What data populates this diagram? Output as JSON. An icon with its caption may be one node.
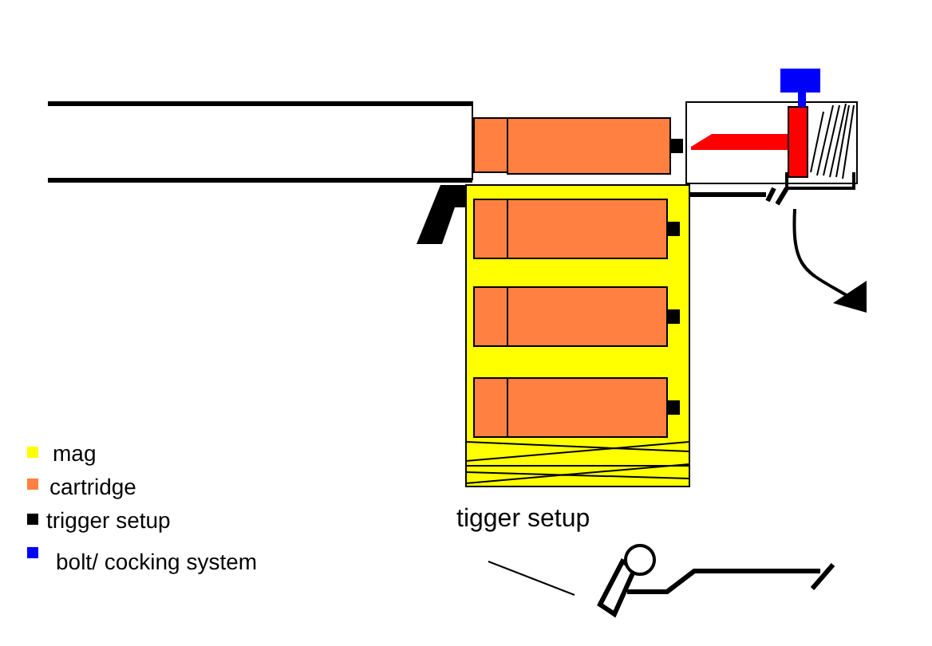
{
  "diagram": {
    "nodes": [
      {
        "text": [
          "tigger setup"
        ]
      },
      {
        "text": [],
        "shape": "picture"
      }
    ],
    "edges": [
      {
        "from": 0,
        "to": 1,
        "arrow": "none"
      }
    ],
    "legend": [
      {
        "text": "mag",
        "color": "#ffff00"
      },
      {
        "text": "cartridge",
        "color": "#ff8040"
      },
      {
        "text": "trigger setup",
        "color": "#000000"
      },
      {
        "text": "bolt/ cocking system",
        "color": "#0000ff"
      }
    ]
  }
}
